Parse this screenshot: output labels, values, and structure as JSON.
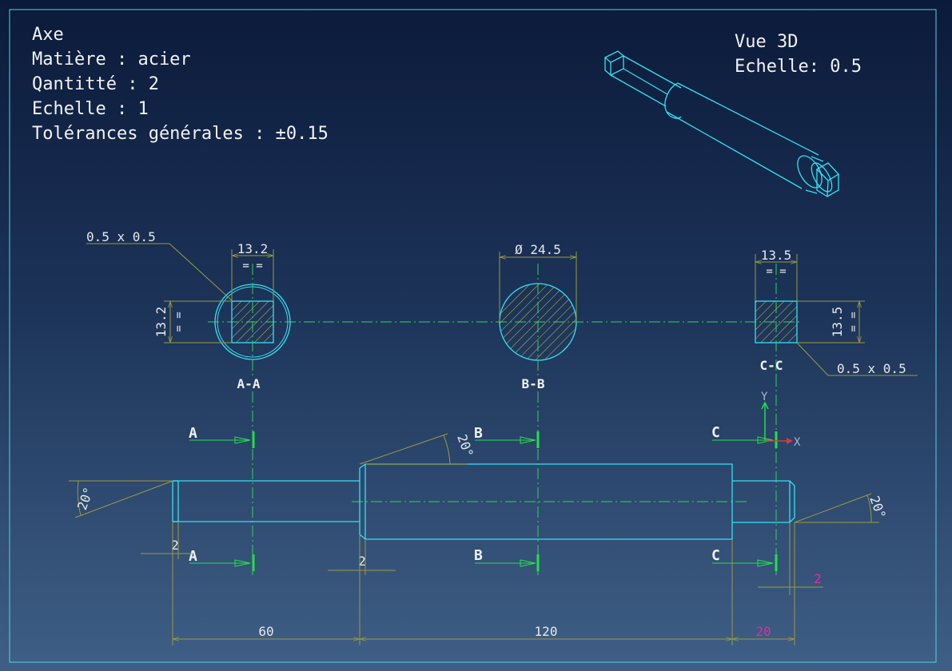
{
  "colors": {
    "frame": "#4fd3e6",
    "part": "#33e1f2",
    "centerline": "#2fd35a",
    "dimension": "#9b9a3e",
    "hatch": "#c8c43c",
    "section_mark": "#21e04a",
    "text": "#f2f2f2",
    "dim_text": "#e8e8e8",
    "magenta": "#e52a9b",
    "axis_x": "#d83a3a"
  },
  "title_block": {
    "part_name": "Axe",
    "material": "Matière : acier",
    "quantity": "Qantitté : 2",
    "scale": "Echelle : 1",
    "tolerances": "Tolérances générales : ±0.15"
  },
  "view_3d": {
    "title": "Vue 3D",
    "scale": "Echelle: 0.5"
  },
  "sections": {
    "aa": {
      "label": "A-A",
      "width": "13.2",
      "height": "13.2",
      "chamfer": "0.5 x 0.5",
      "equal": "= ="
    },
    "bb": {
      "label": "B-B",
      "diameter": "Ø 24.5"
    },
    "cc": {
      "label": "C-C",
      "width": "13.5",
      "height": "13.5",
      "chamfer": "0.5 x 0.5",
      "equal": "= ="
    }
  },
  "cut_marks": {
    "a": "A",
    "b": "B",
    "c": "C"
  },
  "axes": {
    "y": "Y",
    "x": "X"
  },
  "dimensions": {
    "len_left": "60",
    "len_mid": "120",
    "len_right": "20",
    "chamfer_left": "2",
    "chamfer_mid": "2",
    "chamfer_right": "2",
    "angle_left": "20°",
    "angle_mid": "20°",
    "angle_right": "20°"
  }
}
